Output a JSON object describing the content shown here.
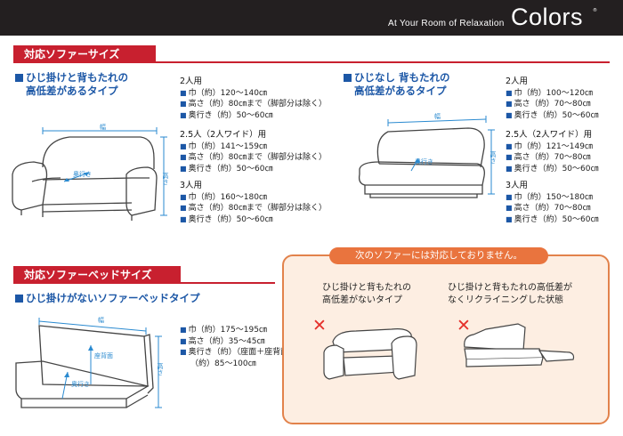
{
  "header": {
    "tagline": "At Your Room of Relaxation",
    "brand": "Colors",
    "brand_mark": "®"
  },
  "sofa_section": {
    "title": "対応ソファーサイズ",
    "left": {
      "heading_line1": "ひじ掛けと背もたれの",
      "heading_line2": "高低差があるタイプ",
      "dim_width": "幅",
      "dim_height": "高さ",
      "dim_depth": "奥行き",
      "groups": [
        {
          "title": "2人用",
          "lines": [
            [
              "■",
              "巾（約）120〜140㎝"
            ],
            [
              "■",
              "高さ（約）80㎝まで（脚部分は除く）"
            ],
            [
              "■",
              "奥行き（約）50〜60㎝"
            ]
          ]
        },
        {
          "title": "2.5人（2人ワイド）用",
          "lines": [
            [
              "■",
              "巾（約）141〜159㎝"
            ],
            [
              "■",
              "高さ（約）80㎝まで（脚部分は除く）"
            ],
            [
              "■",
              "奥行き（約）50〜60㎝"
            ]
          ]
        },
        {
          "title": "3人用",
          "lines": [
            [
              "■",
              "巾（約）160〜180㎝"
            ],
            [
              "■",
              "高さ（約）80㎝まで（脚部分は除く）"
            ],
            [
              "■",
              "奥行き（約）50〜60㎝"
            ]
          ]
        }
      ]
    },
    "right": {
      "heading_line1": "ひじなし 背もたれの",
      "heading_line2": "高低差があるタイプ",
      "dim_width": "幅",
      "dim_height": "高さ",
      "dim_depth": "奥行き",
      "groups": [
        {
          "title": "2人用",
          "lines": [
            [
              "■",
              "巾（約）100〜120㎝"
            ],
            [
              "■",
              "高さ（約）70〜80㎝"
            ],
            [
              "■",
              "奥行き（約）50〜60㎝"
            ]
          ]
        },
        {
          "title": "2.5人（2人ワイド）用",
          "lines": [
            [
              "■",
              "巾（約）121〜149㎝"
            ],
            [
              "■",
              "高さ（約）70〜80㎝"
            ],
            [
              "■",
              "奥行き（約）50〜60㎝"
            ]
          ]
        },
        {
          "title": "3人用",
          "lines": [
            [
              "■",
              "巾（約）150〜180㎝"
            ],
            [
              "■",
              "高さ（約）70〜80㎝"
            ],
            [
              "■",
              "奥行き（約）50〜60㎝"
            ]
          ]
        }
      ]
    }
  },
  "bed_section": {
    "title": "対応ソファーベッドサイズ",
    "heading": "ひじ掛けがないソファーベッドタイプ",
    "dim_width": "幅",
    "dim_height": "高さ",
    "dim_back": "座背面",
    "dim_depth": "奥行き",
    "lines": [
      [
        "■",
        "巾（約）175〜195㎝"
      ],
      [
        "■",
        "高さ（約）35〜45㎝"
      ],
      [
        "■",
        "奥行き（約）（座面＋座背面）"
      ],
      [
        "",
        "（約）85〜100㎝"
      ]
    ]
  },
  "unsupported": {
    "title": "次のソファーには対応しておりません。",
    "case1_line1": "ひじ掛けと背もたれの",
    "case1_line2": "高低差がないタイプ",
    "case2_line1": "ひじ掛けと背もたれの高低差が",
    "case2_line2": "なくリクライニングした状態",
    "mark": "✕"
  },
  "colors": {
    "header_bg": "#231f20",
    "section_red": "#c8202f",
    "heading_blue": "#1c57a6",
    "dimension_blue": "#2a8ad0",
    "warn_orange": "#e9743e",
    "warn_bg": "#fdeee2",
    "cross_red": "#e5302b"
  }
}
